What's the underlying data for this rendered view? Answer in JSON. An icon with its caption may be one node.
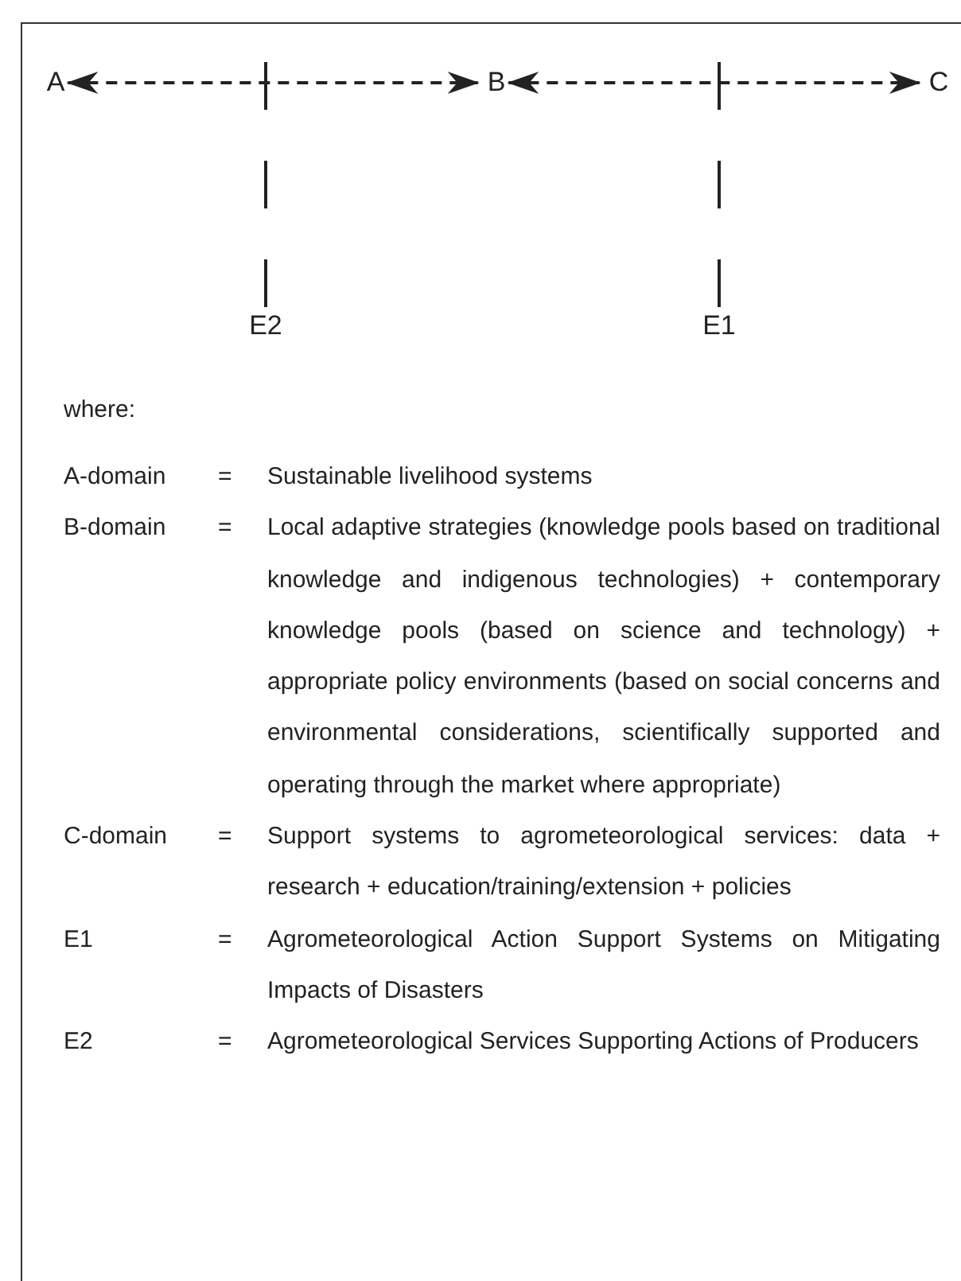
{
  "diagram": {
    "nodes": [
      {
        "text": [
          "A"
        ]
      },
      {
        "text": [
          "B"
        ]
      },
      {
        "text": [
          "C"
        ]
      },
      {
        "text": [
          "E2"
        ]
      },
      {
        "text": [
          "E1"
        ]
      }
    ],
    "edges": [
      {
        "from": 0,
        "to": 1,
        "arrow": "both",
        "style": "dashed"
      },
      {
        "from": 1,
        "to": 2,
        "arrow": "both",
        "style": "dashed"
      },
      {
        "from": 3,
        "to": null,
        "arrow": "none",
        "style": "dashed"
      },
      {
        "from": 4,
        "to": null,
        "arrow": "none",
        "style": "dashed"
      }
    ],
    "labels": [
      "where:",
      "A-domain",
      "=",
      "Sustainable livelihood systems",
      "B-domain",
      "=",
      "Local adaptive strategies (knowledge pools based on traditional knowledge and indigenous technologies) + contemporary knowledge pools (based on science and technology) + appropriate policy environments (based on social concerns and environmental considerations, scientifically supported and operating through the market where appropriate)",
      "C-domain",
      "=",
      "Support systems to agrometeorological services: data + research + education/training/extension + policies",
      "E1",
      "=",
      "Agrometeorological Action Support Systems on Mitigating Impacts of Disasters",
      "E2",
      "=",
      "Agrometeorological Services Supporting Actions of Producers"
    ]
  }
}
